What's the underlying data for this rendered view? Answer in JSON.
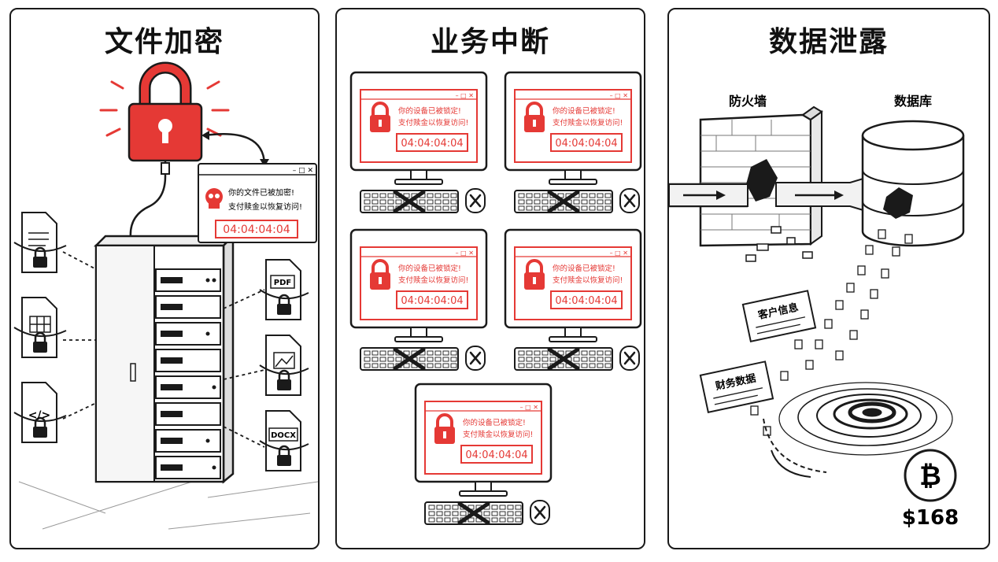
{
  "panels": {
    "encryption": {
      "title": "文件加密",
      "popup": {
        "controls": "– □ ✕",
        "line1": "你的文件已被加密!",
        "line2": "支付赎金以恢复访问!",
        "timer": "04:04:04:04"
      },
      "file_labels": [
        "PDF",
        "DOCX"
      ],
      "code_glyph": "</>"
    },
    "disruption": {
      "title": "业务中断",
      "screen": {
        "controls": "– □ ✕",
        "line1": "你的设备已被锁定!",
        "line2": "支付赎金以恢复访问!",
        "timer": "04:04:04:04"
      }
    },
    "leak": {
      "title": "数据泄露",
      "firewall_label": "防火墙",
      "database_label": "数据库",
      "doc1": "客户信息",
      "doc2": "财务数据",
      "coin_symbol": "₿",
      "price": "$168"
    }
  },
  "colors": {
    "accent": "#e53935",
    "ink": "#1a1a1a"
  }
}
